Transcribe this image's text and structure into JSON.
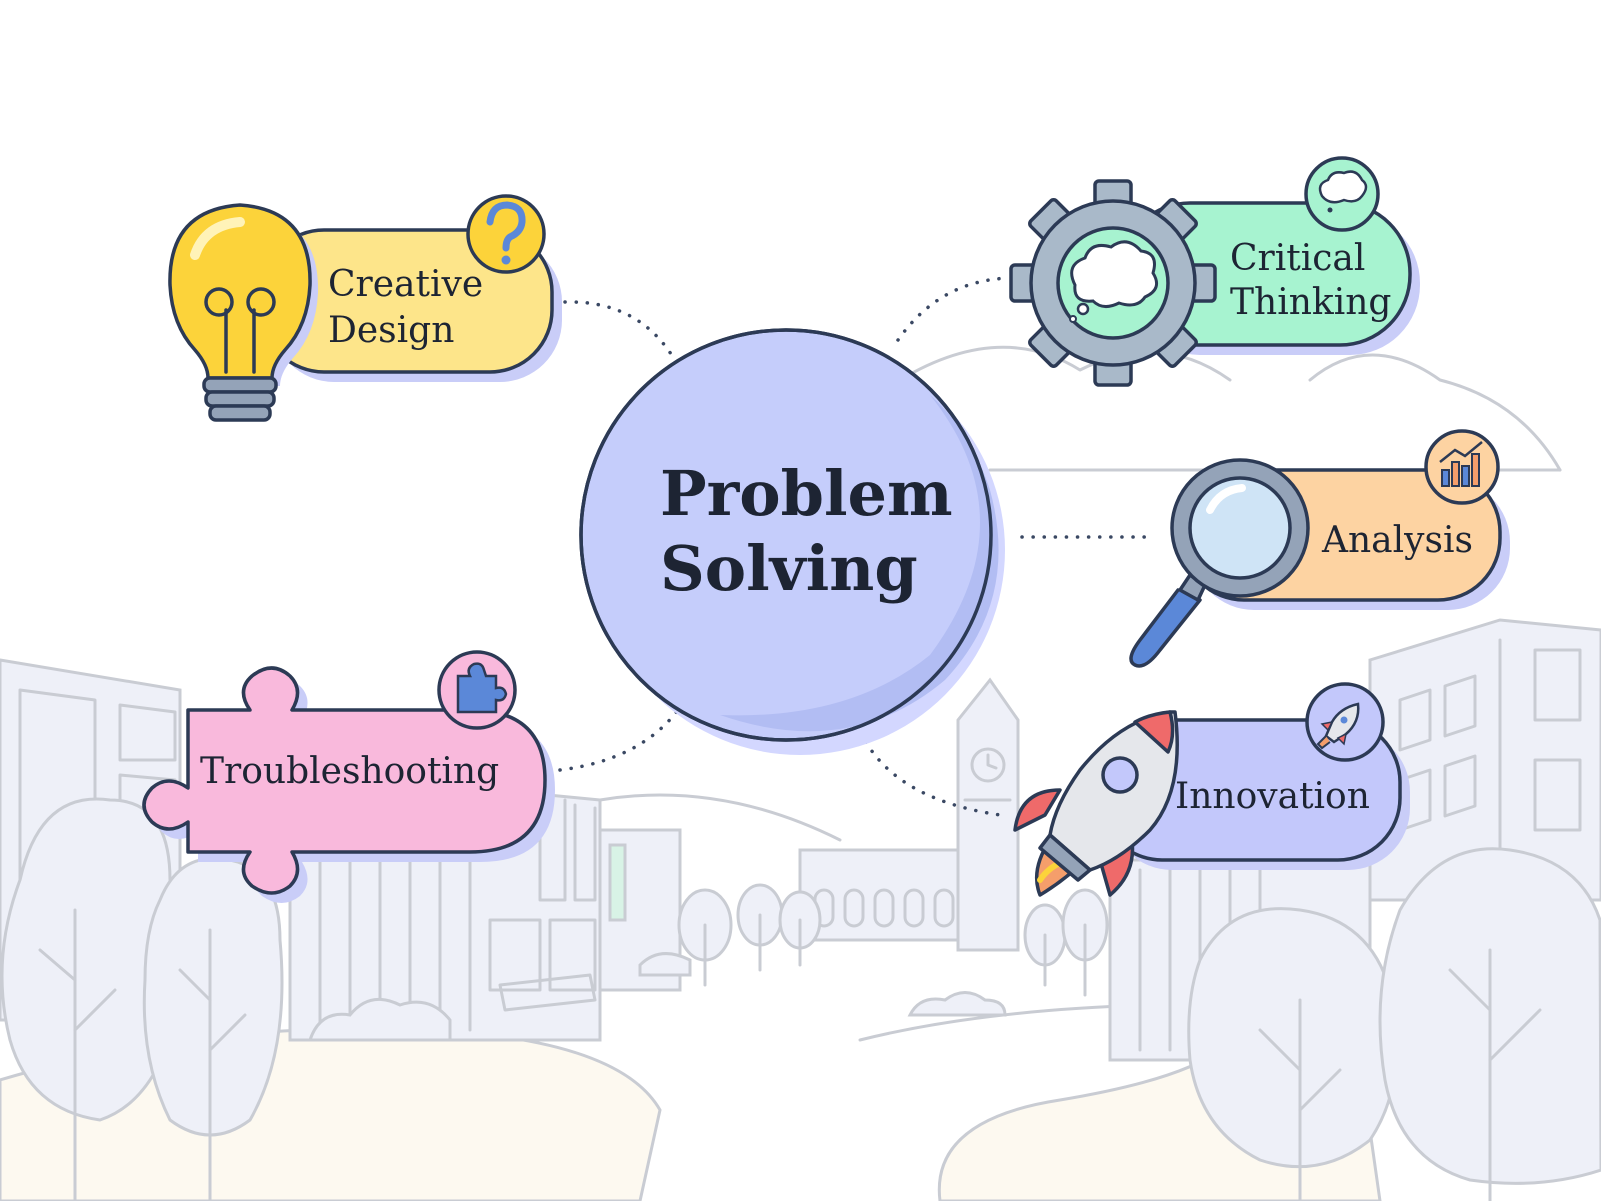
{
  "center": {
    "line1": "Problem",
    "line2": "Solving",
    "color": "#c5cdfb"
  },
  "nodes": {
    "creative": {
      "line1": "Creative",
      "line2": "Design",
      "color": "#fde58a",
      "icon": "lightbulb-icon",
      "badge": "question-mark-icon"
    },
    "critical": {
      "line1": "Critical",
      "line2": "Thinking",
      "color": "#a7f3d0",
      "icon": "gear-icon",
      "badge": "thought-bubble-icon"
    },
    "analysis": {
      "label": "Analysis",
      "color": "#fdd3a2",
      "icon": "magnifier-icon",
      "badge": "bar-chart-icon"
    },
    "troubleshooting": {
      "label": "Troubleshooting",
      "color": "#f9b9dc",
      "icon": "puzzle-piece-icon",
      "badge": "puzzle-icon"
    },
    "innovation": {
      "label": "Innovation",
      "color": "#c3c8fb",
      "icon": "rocket-icon",
      "badge": "rocket-icon"
    }
  },
  "colors": {
    "outline": "#2c3a55",
    "shadow": "#c9cdf8",
    "background_lines": "#c9ccd3"
  }
}
